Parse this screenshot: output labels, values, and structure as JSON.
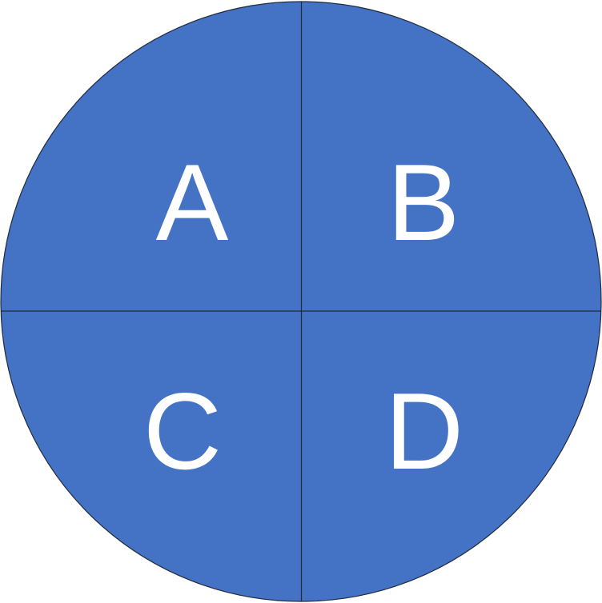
{
  "colors": {
    "fill": "#4472C4",
    "line": "#1F2A3C",
    "text": "#FFFFFF"
  },
  "quadrants": {
    "top_left": {
      "label": "A"
    },
    "top_right": {
      "label": "B"
    },
    "bottom_left": {
      "label": "C"
    },
    "bottom_right": {
      "label": "D"
    }
  }
}
